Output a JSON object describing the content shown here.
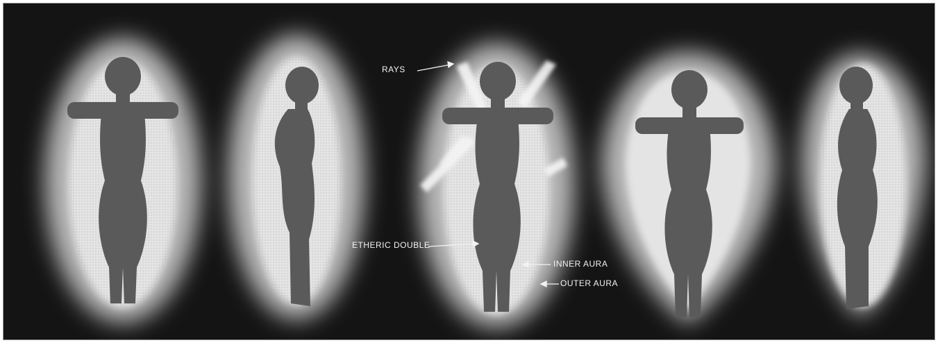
{
  "labels": {
    "rays": "RAYS",
    "etheric_double": "ETHERIC DOUBLE",
    "inner_aura": "INNER AURA",
    "outer_aura": "OUTER AURA"
  },
  "colors": {
    "background": "#141414",
    "aura_outer": "#bdbdbd",
    "aura_inner": "#e6e6e6",
    "silhouette": "#5c5c5c",
    "label_text": "#f2f2f2"
  },
  "figures": [
    {
      "view": "front"
    },
    {
      "view": "side"
    },
    {
      "view": "front-with-rays"
    },
    {
      "view": "front"
    },
    {
      "view": "side"
    }
  ]
}
